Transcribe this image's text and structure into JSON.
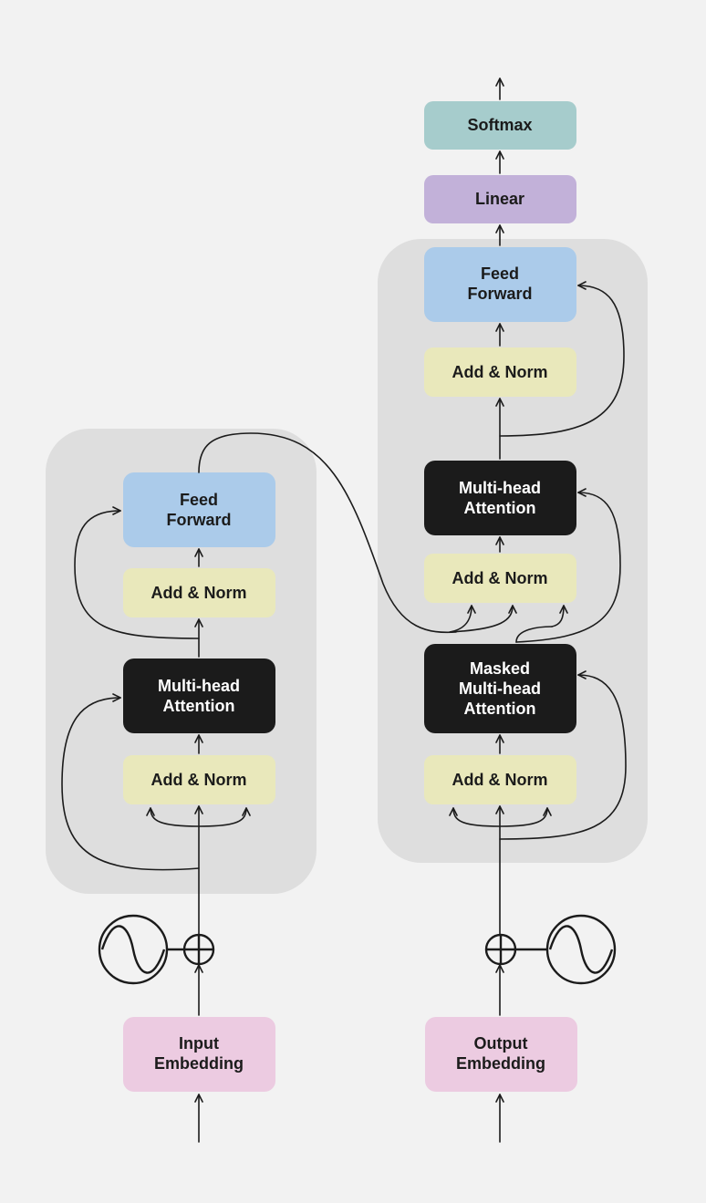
{
  "colors": {
    "background": "#f2f2f2",
    "container": "#dedede",
    "feed_forward": "#abcbea",
    "add_norm": "#e9e8bb",
    "attention": "#1b1b1b",
    "embedding": "#eccbe1",
    "linear": "#c2b1d9",
    "softmax": "#a6cccc",
    "dark_text": "#1b1b1b",
    "light_text": "#ffffff"
  },
  "encoder": {
    "feed_forward": {
      "line1": "Feed",
      "line2": "Forward"
    },
    "add_norm_top": {
      "label": "Add & Norm"
    },
    "attention": {
      "line1": "Multi-head",
      "line2": "Attention"
    },
    "add_norm_bottom": {
      "label": "Add & Norm"
    },
    "positional_encoding_icon": "sine-wave-icon",
    "add_icon": "circled-plus-icon",
    "embedding": {
      "line1": "Input",
      "line2": "Embedding"
    }
  },
  "decoder": {
    "softmax": {
      "label": "Softmax"
    },
    "linear": {
      "label": "Linear"
    },
    "feed_forward": {
      "line1": "Feed",
      "line2": "Forward"
    },
    "add_norm_top": {
      "label": "Add & Norm"
    },
    "cross_attention": {
      "line1": "Multi-head",
      "line2": "Attention"
    },
    "add_norm_middle": {
      "label": "Add & Norm"
    },
    "masked_attention": {
      "line1": "Masked",
      "line2": "Multi-head",
      "line3": "Attention"
    },
    "add_norm_bottom": {
      "label": "Add & Norm"
    },
    "positional_encoding_icon": "sine-wave-icon",
    "add_icon": "circled-plus-icon",
    "embedding": {
      "line1": "Output",
      "line2": "Embedding"
    }
  }
}
